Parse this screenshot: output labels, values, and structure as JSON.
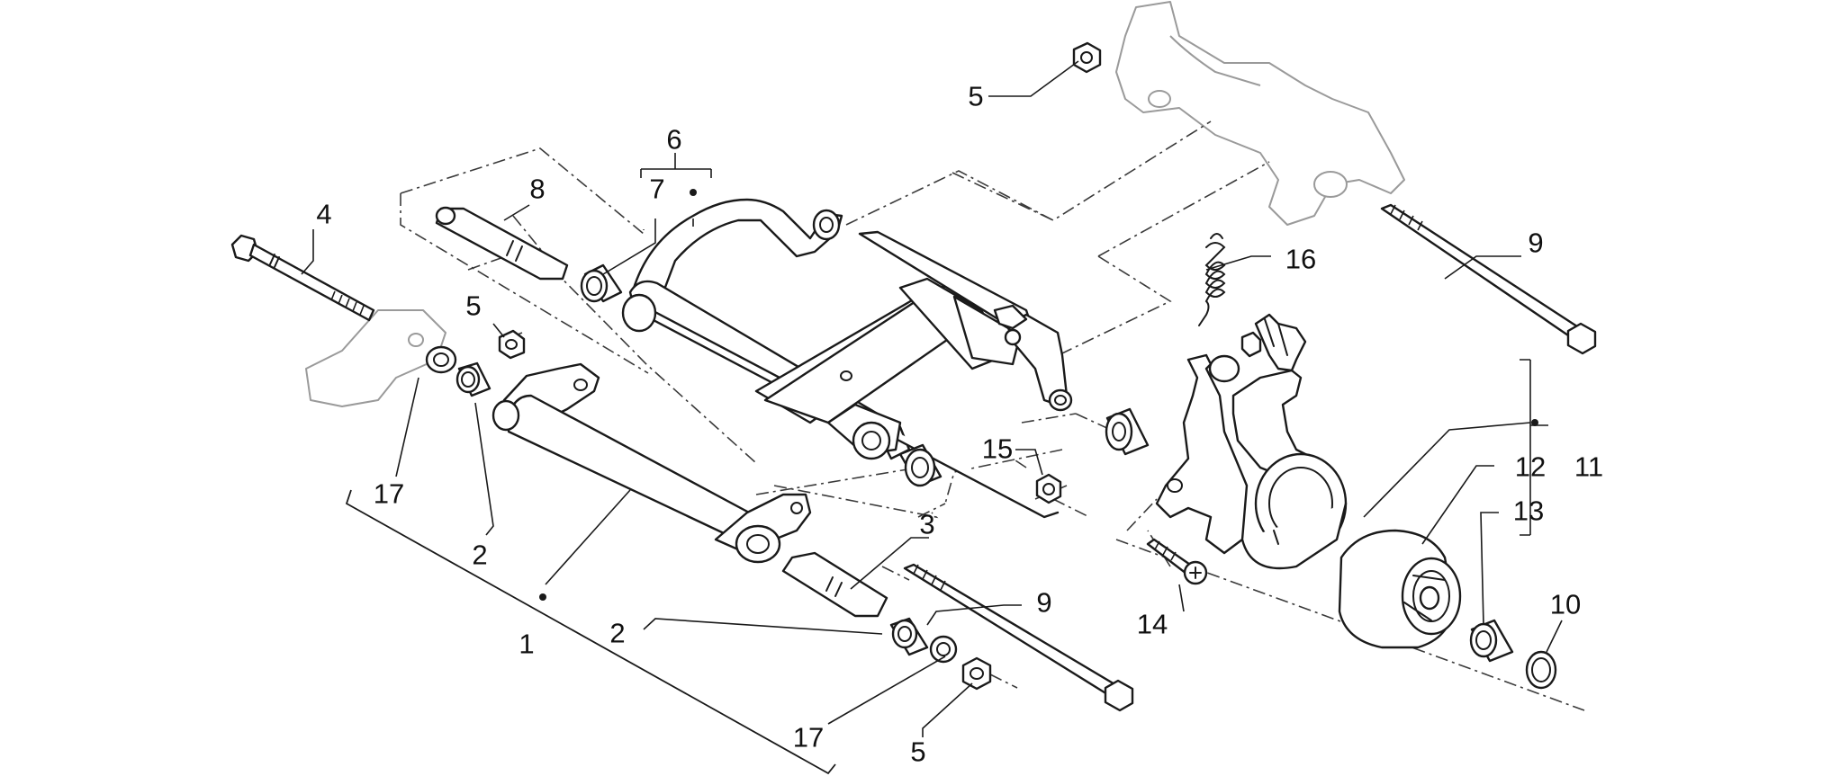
{
  "callouts": [
    {
      "id": "c5a",
      "text": "5"
    },
    {
      "id": "c6",
      "text": "6"
    },
    {
      "id": "c7",
      "text": "7"
    },
    {
      "id": "c8",
      "text": "8"
    },
    {
      "id": "c4",
      "text": "4"
    },
    {
      "id": "c9a",
      "text": "9"
    },
    {
      "id": "c16",
      "text": "16"
    },
    {
      "id": "c5b",
      "text": "5"
    },
    {
      "id": "c17a",
      "text": "17"
    },
    {
      "id": "c2a",
      "text": "2"
    },
    {
      "id": "c15",
      "text": "15"
    },
    {
      "id": "c11",
      "text": "11"
    },
    {
      "id": "c12",
      "text": "12"
    },
    {
      "id": "c13",
      "text": "13"
    },
    {
      "id": "c3",
      "text": "3"
    },
    {
      "id": "c9b",
      "text": "9"
    },
    {
      "id": "c1",
      "text": "1"
    },
    {
      "id": "c2b",
      "text": "2"
    },
    {
      "id": "c14",
      "text": "14"
    },
    {
      "id": "c10",
      "text": "10"
    },
    {
      "id": "c17b",
      "text": "17"
    },
    {
      "id": "c5c",
      "text": "5"
    }
  ],
  "colors": {
    "line": "#1a1a1a",
    "ghost": "#9a9a9a",
    "background": "#ffffff"
  }
}
